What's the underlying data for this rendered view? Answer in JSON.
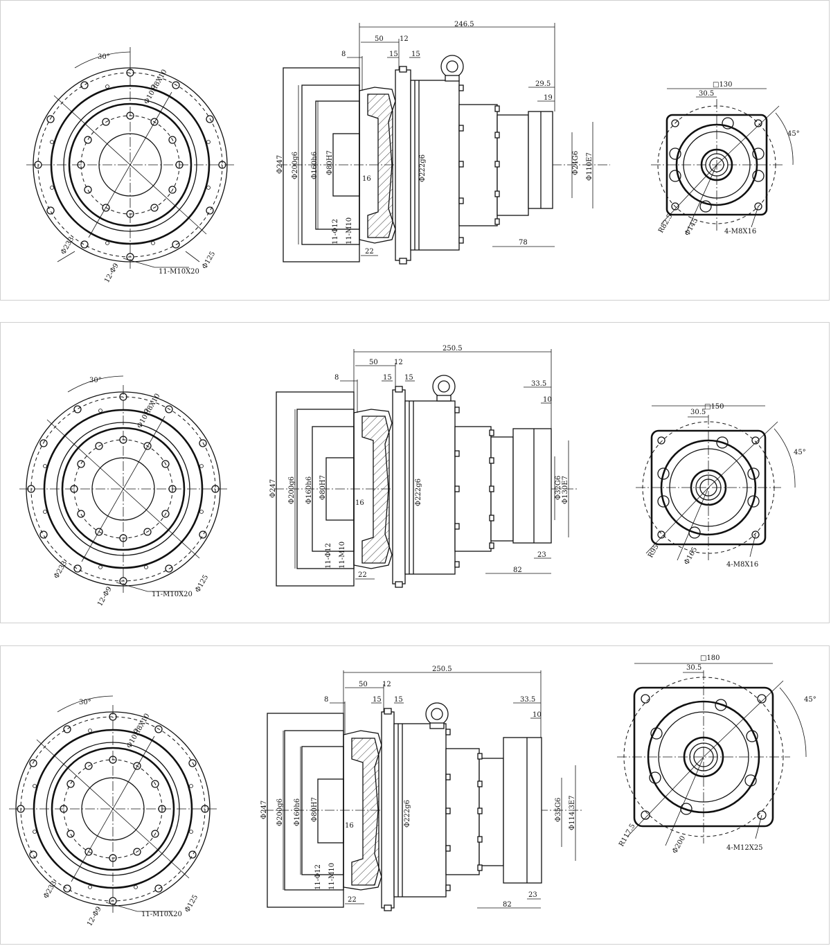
{
  "views": [
    {
      "front": {
        "angle": "30°",
        "holes_outer": "12-Φ9",
        "thread": "11-M10X20",
        "pcd_inner": "Φ125",
        "pcd_outer": "Φ233",
        "pin": "Φ10H8X10"
      },
      "side": {
        "overall": "246.5",
        "d50": "50",
        "d12": "12",
        "d8": "8",
        "d15a": "15",
        "d15b": "15",
        "d29": "29.5",
        "d19": "19",
        "d247": "Φ247",
        "d200": "Φ200g6",
        "d160": "Φ160h6",
        "d80": "Φ80H7",
        "d16": "16",
        "d222": "Φ222g6",
        "d24": "Φ24G6",
        "d110": "Φ110E7",
        "d22": "22",
        "d78": "78",
        "d11a": "11-Φ12",
        "d11b": "11-M10"
      },
      "end": {
        "square": "□130",
        "d30": "30.5",
        "angle": "45°",
        "radius": "R82.5",
        "pcd": "Φ145",
        "thread": "4-M8X16"
      }
    },
    {
      "front": {
        "angle": "30°",
        "holes_outer": "12-Φ9",
        "thread": "11-M10X20",
        "pcd_inner": "Φ125",
        "pcd_outer": "Φ233",
        "pin": "Φ10H8X10"
      },
      "side": {
        "overall": "250.5",
        "d50": "50",
        "d12": "12",
        "d8": "8",
        "d15a": "15",
        "d15b": "15",
        "d29": "33.5",
        "d19": "10",
        "d247": "Φ247",
        "d200": "Φ200g6",
        "d160": "Φ160h6",
        "d80": "Φ80H7",
        "d16": "16",
        "d222": "Φ222g6",
        "d24": "Φ32G6",
        "d110": "Φ130E7",
        "d22": "22",
        "d78": "82",
        "d23": "23",
        "d11a": "11-Φ12",
        "d11b": "11-M10"
      },
      "end": {
        "square": "□150",
        "d30": "30.5",
        "angle": "45°",
        "radius": "R95",
        "pcd": "Φ165",
        "thread": "4-M8X16"
      }
    },
    {
      "front": {
        "angle": "30°",
        "holes_outer": "12-Φ9",
        "thread": "11-M10X20",
        "pcd_inner": "Φ125",
        "pcd_outer": "Φ233",
        "pin": "Φ10H8X10"
      },
      "side": {
        "overall": "250.5",
        "d50": "50",
        "d12": "12",
        "d8": "8",
        "d15a": "15",
        "d15b": "15",
        "d29": "33.5",
        "d19": "10",
        "d247": "Φ247",
        "d200": "Φ200g6",
        "d160": "Φ160h6",
        "d80": "Φ80H7",
        "d16": "16",
        "d222": "Φ222g6",
        "d24": "Φ35G6",
        "d110": "Φ114.3E7",
        "d22": "22",
        "d78": "82",
        "d23": "23",
        "d11a": "11-Φ12",
        "d11b": "11-M10"
      },
      "end": {
        "square": "□180",
        "d30": "30.5",
        "angle": "45°",
        "radius": "R117.5",
        "pcd": "Φ200",
        "thread": "4-M12X25"
      }
    }
  ]
}
